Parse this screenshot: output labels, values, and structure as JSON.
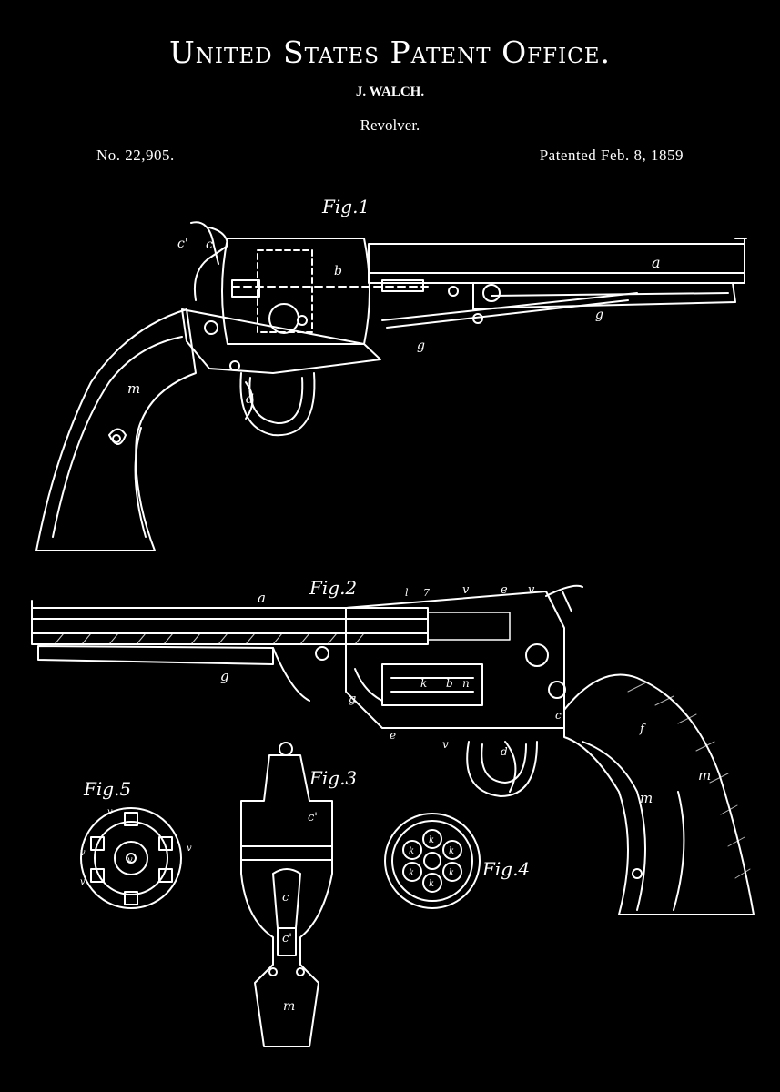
{
  "header": {
    "office": "United States Patent Office.",
    "inventor": "J. WALCH.",
    "invention": "Revolver.",
    "number": "No. 22,905.",
    "date": "Patented Feb. 8, 1859"
  },
  "figures": {
    "fig1": "Fig.1",
    "fig2": "Fig.2",
    "fig3": "Fig.3",
    "fig4": "Fig.4",
    "fig5": "Fig.5"
  },
  "labels": {
    "a": "a",
    "b": "b",
    "c": "c",
    "c_prime": "c'",
    "d": "d",
    "g": "g",
    "m": "m",
    "k": "k",
    "v": "v",
    "e": "e",
    "f": "f",
    "n": "n",
    "l": "l",
    "num7": "7"
  },
  "colors": {
    "background": "#000000",
    "ink": "#ffffff"
  }
}
